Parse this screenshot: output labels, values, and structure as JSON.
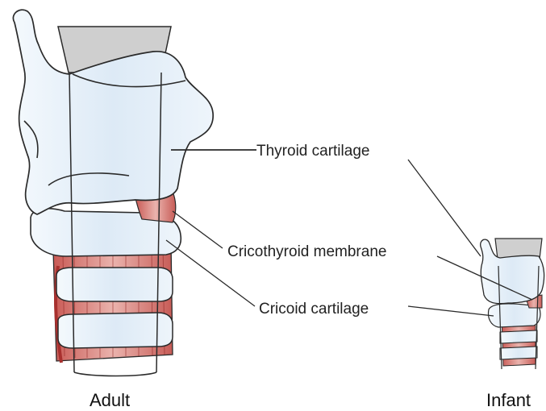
{
  "labels": {
    "thyroid": "Thyroid cartilage",
    "cricothyroid": "Cricothyroid membrane",
    "cricoid": "Cricoid cartilage"
  },
  "captions": {
    "adult": "Adult",
    "infant": "Infant"
  },
  "colors": {
    "cartilage": "#e8f2fb",
    "cartilage_shade": "#cfe1f1",
    "lumen": "#cfcfcf",
    "membrane": "#d98b86",
    "membrane_dark": "#a8302e",
    "outline": "#2a2a2a"
  }
}
